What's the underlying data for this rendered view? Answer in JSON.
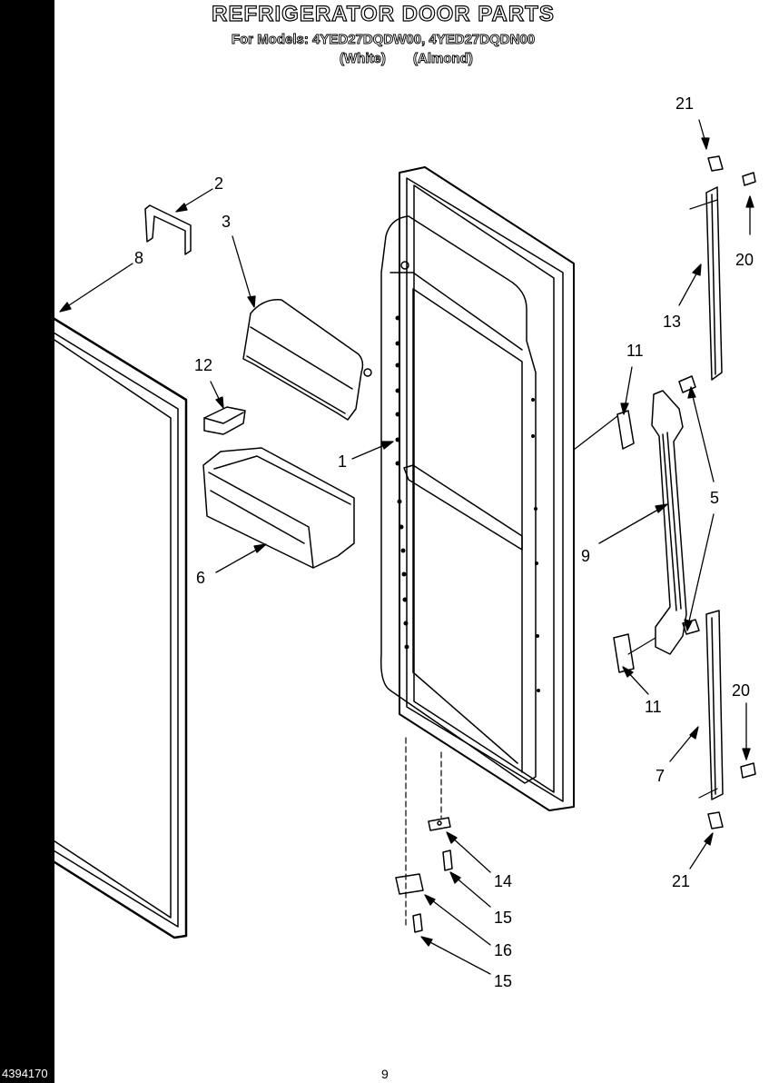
{
  "header": {
    "title": "REFRIGERATOR DOOR PARTS",
    "models_line": "For Models: 4YED27DQDW00, 4YED27DQDN00",
    "color_white": "(White)",
    "color_almond": "(Almond)"
  },
  "callouts": {
    "c21_top": "21",
    "c2": "2",
    "c3": "3",
    "c8": "8",
    "c20_top": "20",
    "c13": "13",
    "c12": "12",
    "c11_top": "11",
    "c1": "1",
    "c5": "5",
    "c9": "9",
    "c6": "6",
    "c11_bottom": "11",
    "c20_bottom": "20",
    "c7": "7",
    "c21_bottom": "21",
    "c14": "14",
    "c15_top": "15",
    "c16": "16",
    "c15_bottom": "15"
  },
  "footer": {
    "page_number": "9",
    "document_number": "4394170"
  }
}
